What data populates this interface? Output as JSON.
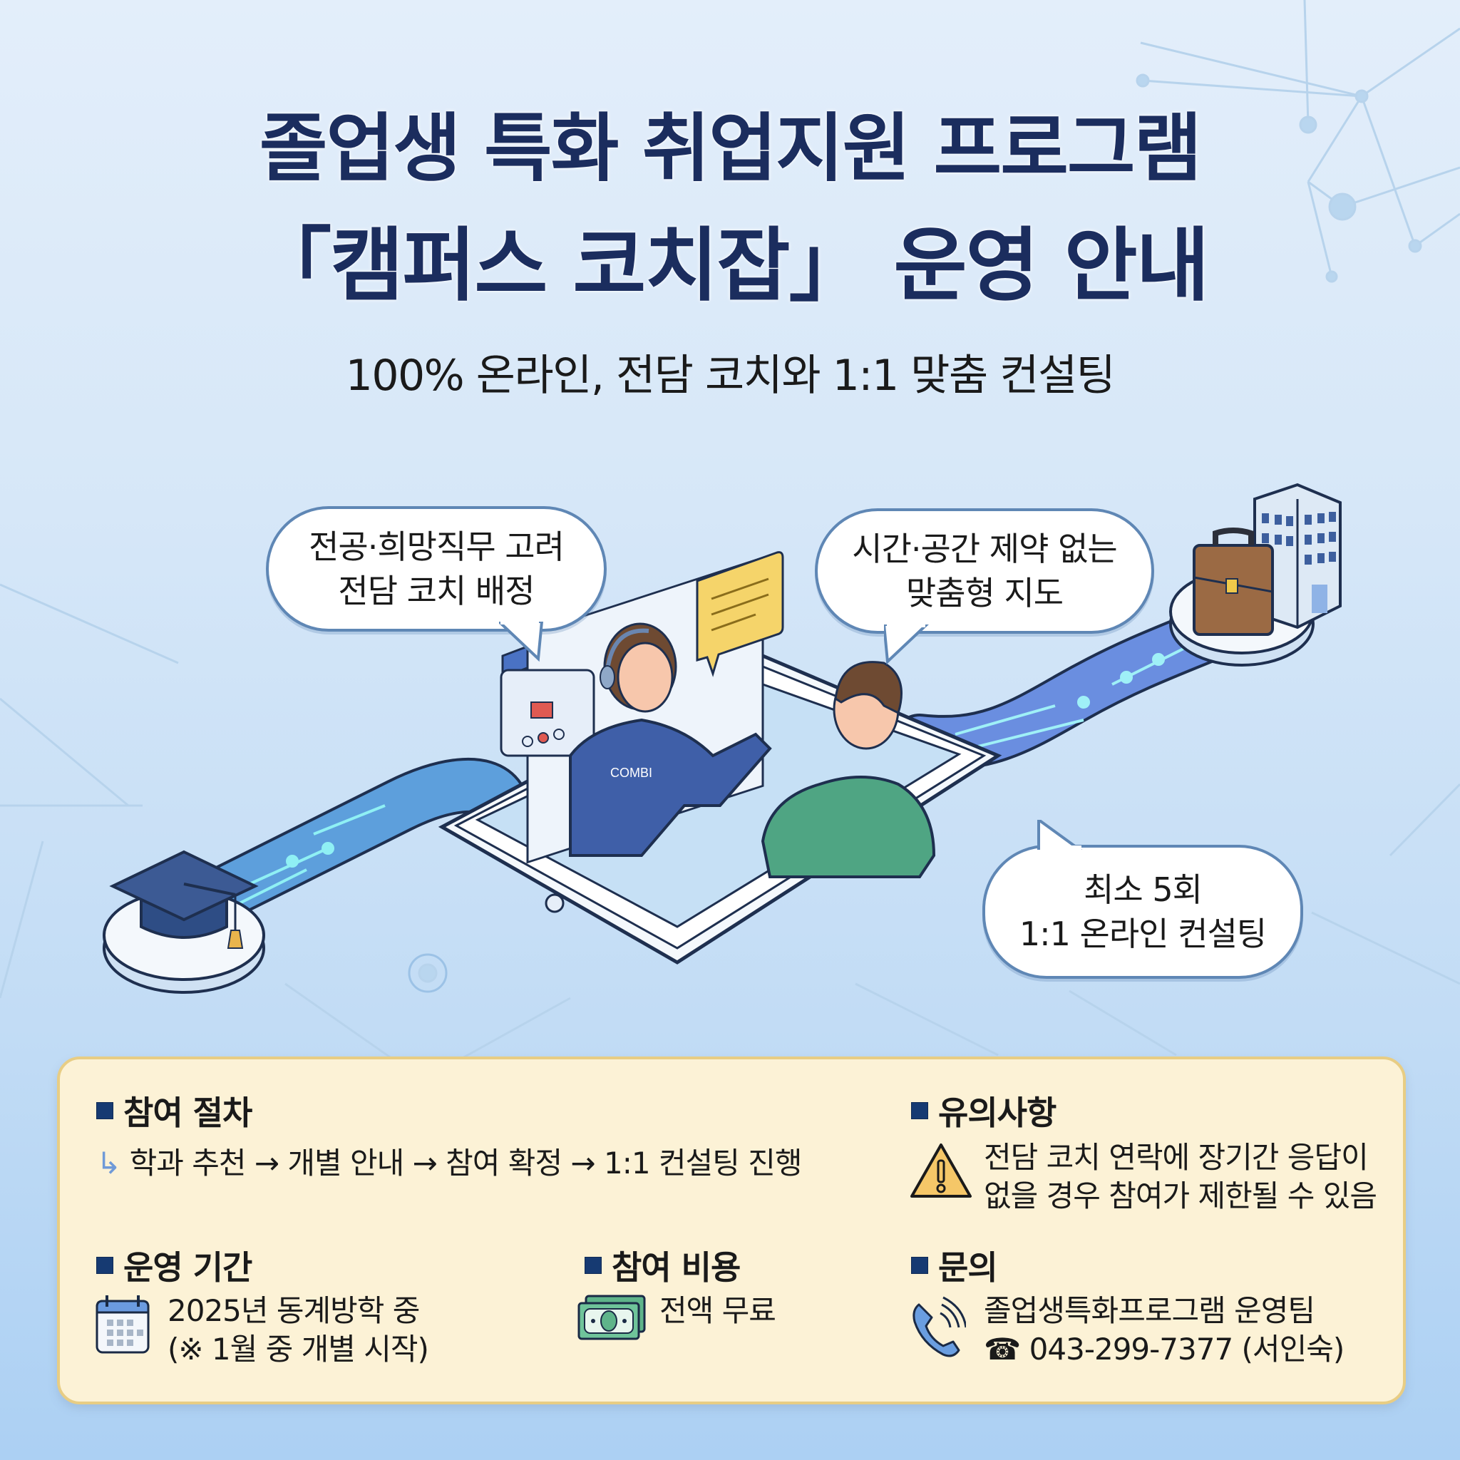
{
  "header": {
    "title_line1": "졸업생 특화 취업지원 프로그램",
    "title_line2": "「캠퍼스 코치잡」 운영 안내",
    "subtitle": "100% 온라인, 전담 코치와 1:1 맞춤 컨설팅"
  },
  "bubbles": [
    {
      "line1": "전공·희망직무 고려",
      "line2": "전담 코치 배정"
    },
    {
      "line1": "시간·공간 제약 없는",
      "line2": "맞춤형 지도"
    },
    {
      "line1": "최소 5회",
      "line2": "1:1 온라인 컨설팅"
    }
  ],
  "illustration": {
    "coach_shirt_label": "COMBI",
    "start_icon": "graduation-cap-icon",
    "end_icons": [
      "briefcase-icon",
      "office-building-icon"
    ]
  },
  "info": {
    "procedure": {
      "heading": "참여 절차",
      "arrow_prefix": "↳",
      "steps_text": "학과 추천 → 개별 안내 → 참여 확정 → 1:1 컨설팅 진행"
    },
    "notice": {
      "heading": "유의사항",
      "line1": "전담 코치 연락에 장기간 응답이",
      "line2": "없을 경우 참여가 제한될 수 있음"
    },
    "period": {
      "heading": "운영 기간",
      "line1": "2025년 동계방학 중",
      "line2": "(※ 1월 중 개별 시작)"
    },
    "cost": {
      "heading": "참여 비용",
      "value": "전액 무료"
    },
    "contact": {
      "heading": "문의",
      "team": "졸업생특화프로그램 운영팀",
      "phone": "☎ 043-299-7377 (서인숙)"
    }
  },
  "colors": {
    "title": "#1b2d5e",
    "panel_bg": "#fcf2d6",
    "panel_border": "#e8cd84",
    "bullet": "#163a72",
    "bubble_border": "#5f87b5"
  }
}
